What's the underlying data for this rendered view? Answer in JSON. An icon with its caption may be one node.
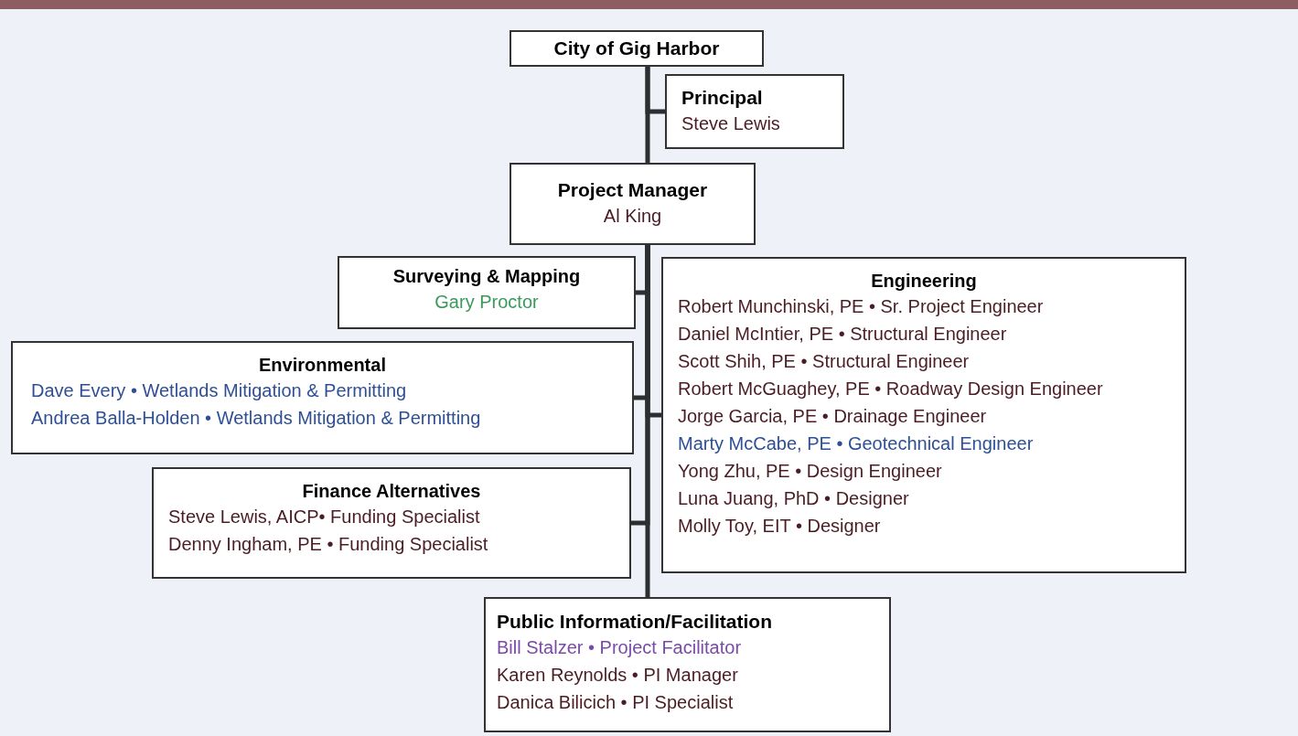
{
  "diagram": {
    "nodes": [
      {
        "text": [
          "City of Gig Harbor"
        ]
      },
      {
        "text": [
          "Principal",
          "Steve Lewis"
        ]
      },
      {
        "text": [
          "Project Manager",
          "Al King"
        ]
      },
      {
        "text": [
          "Surveying & Mapping",
          "Gary Proctor"
        ]
      },
      {
        "text": [
          "Engineering",
          "Robert Munchinski, PE • Sr. Project Engineer",
          "Daniel McIntier, PE • Structural Engineer",
          "Scott Shih, PE • Structural Engineer",
          "Robert McGuaghey, PE • Roadway Design Engineer",
          "Jorge Garcia, PE • Drainage Engineer",
          "Marty McCabe, PE • Geotechnical Engineer",
          "Yong Zhu, PE • Design Engineer",
          "Luna Juang, PhD • Designer",
          "Molly Toy, EIT • Designer"
        ]
      },
      {
        "text": [
          "Environmental",
          "Dave Every • Wetlands Mitigation & Permitting",
          "Andrea Balla-Holden • Wetlands Mitigation & Permitting"
        ]
      },
      {
        "text": [
          "Finance Alternatives",
          "Steve Lewis, AICP• Funding Specialist",
          "Denny Ingham, PE • Funding Specialist"
        ]
      },
      {
        "text": [
          "Public Information/Facilitation",
          "Bill Stalzer • Project Facilitator",
          "Karen Reynolds • PI Manager",
          "Danica Bilicich • PI Specialist"
        ]
      }
    ],
    "edges": [
      {
        "from": 0,
        "to": 1,
        "arrow": "none"
      },
      {
        "from": 0,
        "to": 2,
        "arrow": "none"
      },
      {
        "from": 2,
        "to": 3,
        "arrow": "none"
      },
      {
        "from": 2,
        "to": 4,
        "arrow": "none"
      },
      {
        "from": 2,
        "to": 5,
        "arrow": "none"
      },
      {
        "from": 2,
        "to": 6,
        "arrow": "none"
      },
      {
        "from": 2,
        "to": 7,
        "arrow": "none"
      }
    ]
  }
}
